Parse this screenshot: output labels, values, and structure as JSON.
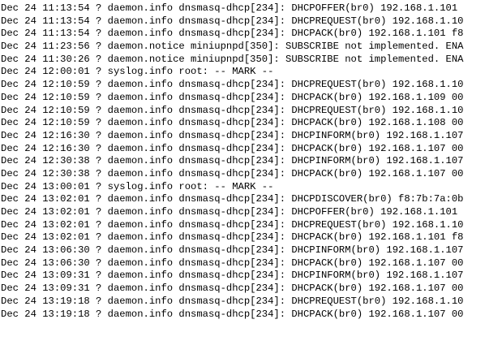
{
  "log": {
    "lines": [
      "Dec 24 11:13:54 ? daemon.info dnsmasq-dhcp[234]: DHCPOFFER(br0) 192.168.1.101",
      "Dec 24 11:13:54 ? daemon.info dnsmasq-dhcp[234]: DHCPREQUEST(br0) 192.168.1.10",
      "Dec 24 11:13:54 ? daemon.info dnsmasq-dhcp[234]: DHCPACK(br0) 192.168.1.101 f8",
      "Dec 24 11:23:56 ? daemon.notice miniupnpd[350]: SUBSCRIBE not implemented. ENA",
      "Dec 24 11:30:26 ? daemon.notice miniupnpd[350]: SUBSCRIBE not implemented. ENA",
      "Dec 24 12:00:01 ? syslog.info root: -- MARK --",
      "Dec 24 12:10:59 ? daemon.info dnsmasq-dhcp[234]: DHCPREQUEST(br0) 192.168.1.10",
      "Dec 24 12:10:59 ? daemon.info dnsmasq-dhcp[234]: DHCPACK(br0) 192.168.1.109 00",
      "Dec 24 12:10:59 ? daemon.info dnsmasq-dhcp[234]: DHCPREQUEST(br0) 192.168.1.10",
      "Dec 24 12:10:59 ? daemon.info dnsmasq-dhcp[234]: DHCPACK(br0) 192.168.1.108 00",
      "Dec 24 12:16:30 ? daemon.info dnsmasq-dhcp[234]: DHCPINFORM(br0) 192.168.1.107",
      "Dec 24 12:16:30 ? daemon.info dnsmasq-dhcp[234]: DHCPACK(br0) 192.168.1.107 00",
      "Dec 24 12:30:38 ? daemon.info dnsmasq-dhcp[234]: DHCPINFORM(br0) 192.168.1.107",
      "Dec 24 12:30:38 ? daemon.info dnsmasq-dhcp[234]: DHCPACK(br0) 192.168.1.107 00",
      "Dec 24 13:00:01 ? syslog.info root: -- MARK --",
      "Dec 24 13:02:01 ? daemon.info dnsmasq-dhcp[234]: DHCPDISCOVER(br0) f8:7b:7a:0b",
      "Dec 24 13:02:01 ? daemon.info dnsmasq-dhcp[234]: DHCPOFFER(br0) 192.168.1.101",
      "Dec 24 13:02:01 ? daemon.info dnsmasq-dhcp[234]: DHCPREQUEST(br0) 192.168.1.10",
      "Dec 24 13:02:01 ? daemon.info dnsmasq-dhcp[234]: DHCPACK(br0) 192.168.1.101 f8",
      "Dec 24 13:06:30 ? daemon.info dnsmasq-dhcp[234]: DHCPINFORM(br0) 192.168.1.107",
      "Dec 24 13:06:30 ? daemon.info dnsmasq-dhcp[234]: DHCPACK(br0) 192.168.1.107 00",
      "Dec 24 13:09:31 ? daemon.info dnsmasq-dhcp[234]: DHCPINFORM(br0) 192.168.1.107",
      "Dec 24 13:09:31 ? daemon.info dnsmasq-dhcp[234]: DHCPACK(br0) 192.168.1.107 00",
      "Dec 24 13:19:18 ? daemon.info dnsmasq-dhcp[234]: DHCPREQUEST(br0) 192.168.1.10",
      "Dec 24 13:19:18 ? daemon.info dnsmasq-dhcp[234]: DHCPACK(br0) 192.168.1.107 00"
    ]
  },
  "colors": {
    "background": "#ffffff",
    "text": "#000000"
  }
}
